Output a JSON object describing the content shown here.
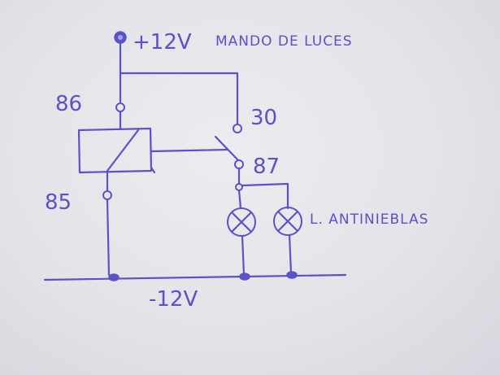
{
  "diagram": {
    "supply_label": "+12V",
    "control_label": "MANDO DE LUCES",
    "pin_86": "86",
    "pin_85": "85",
    "pin_30": "30",
    "pin_87": "87",
    "lamps_label": "L. ANTINIEBLAS",
    "ground_label": "-12V",
    "ink_color": "#5a52c8"
  }
}
